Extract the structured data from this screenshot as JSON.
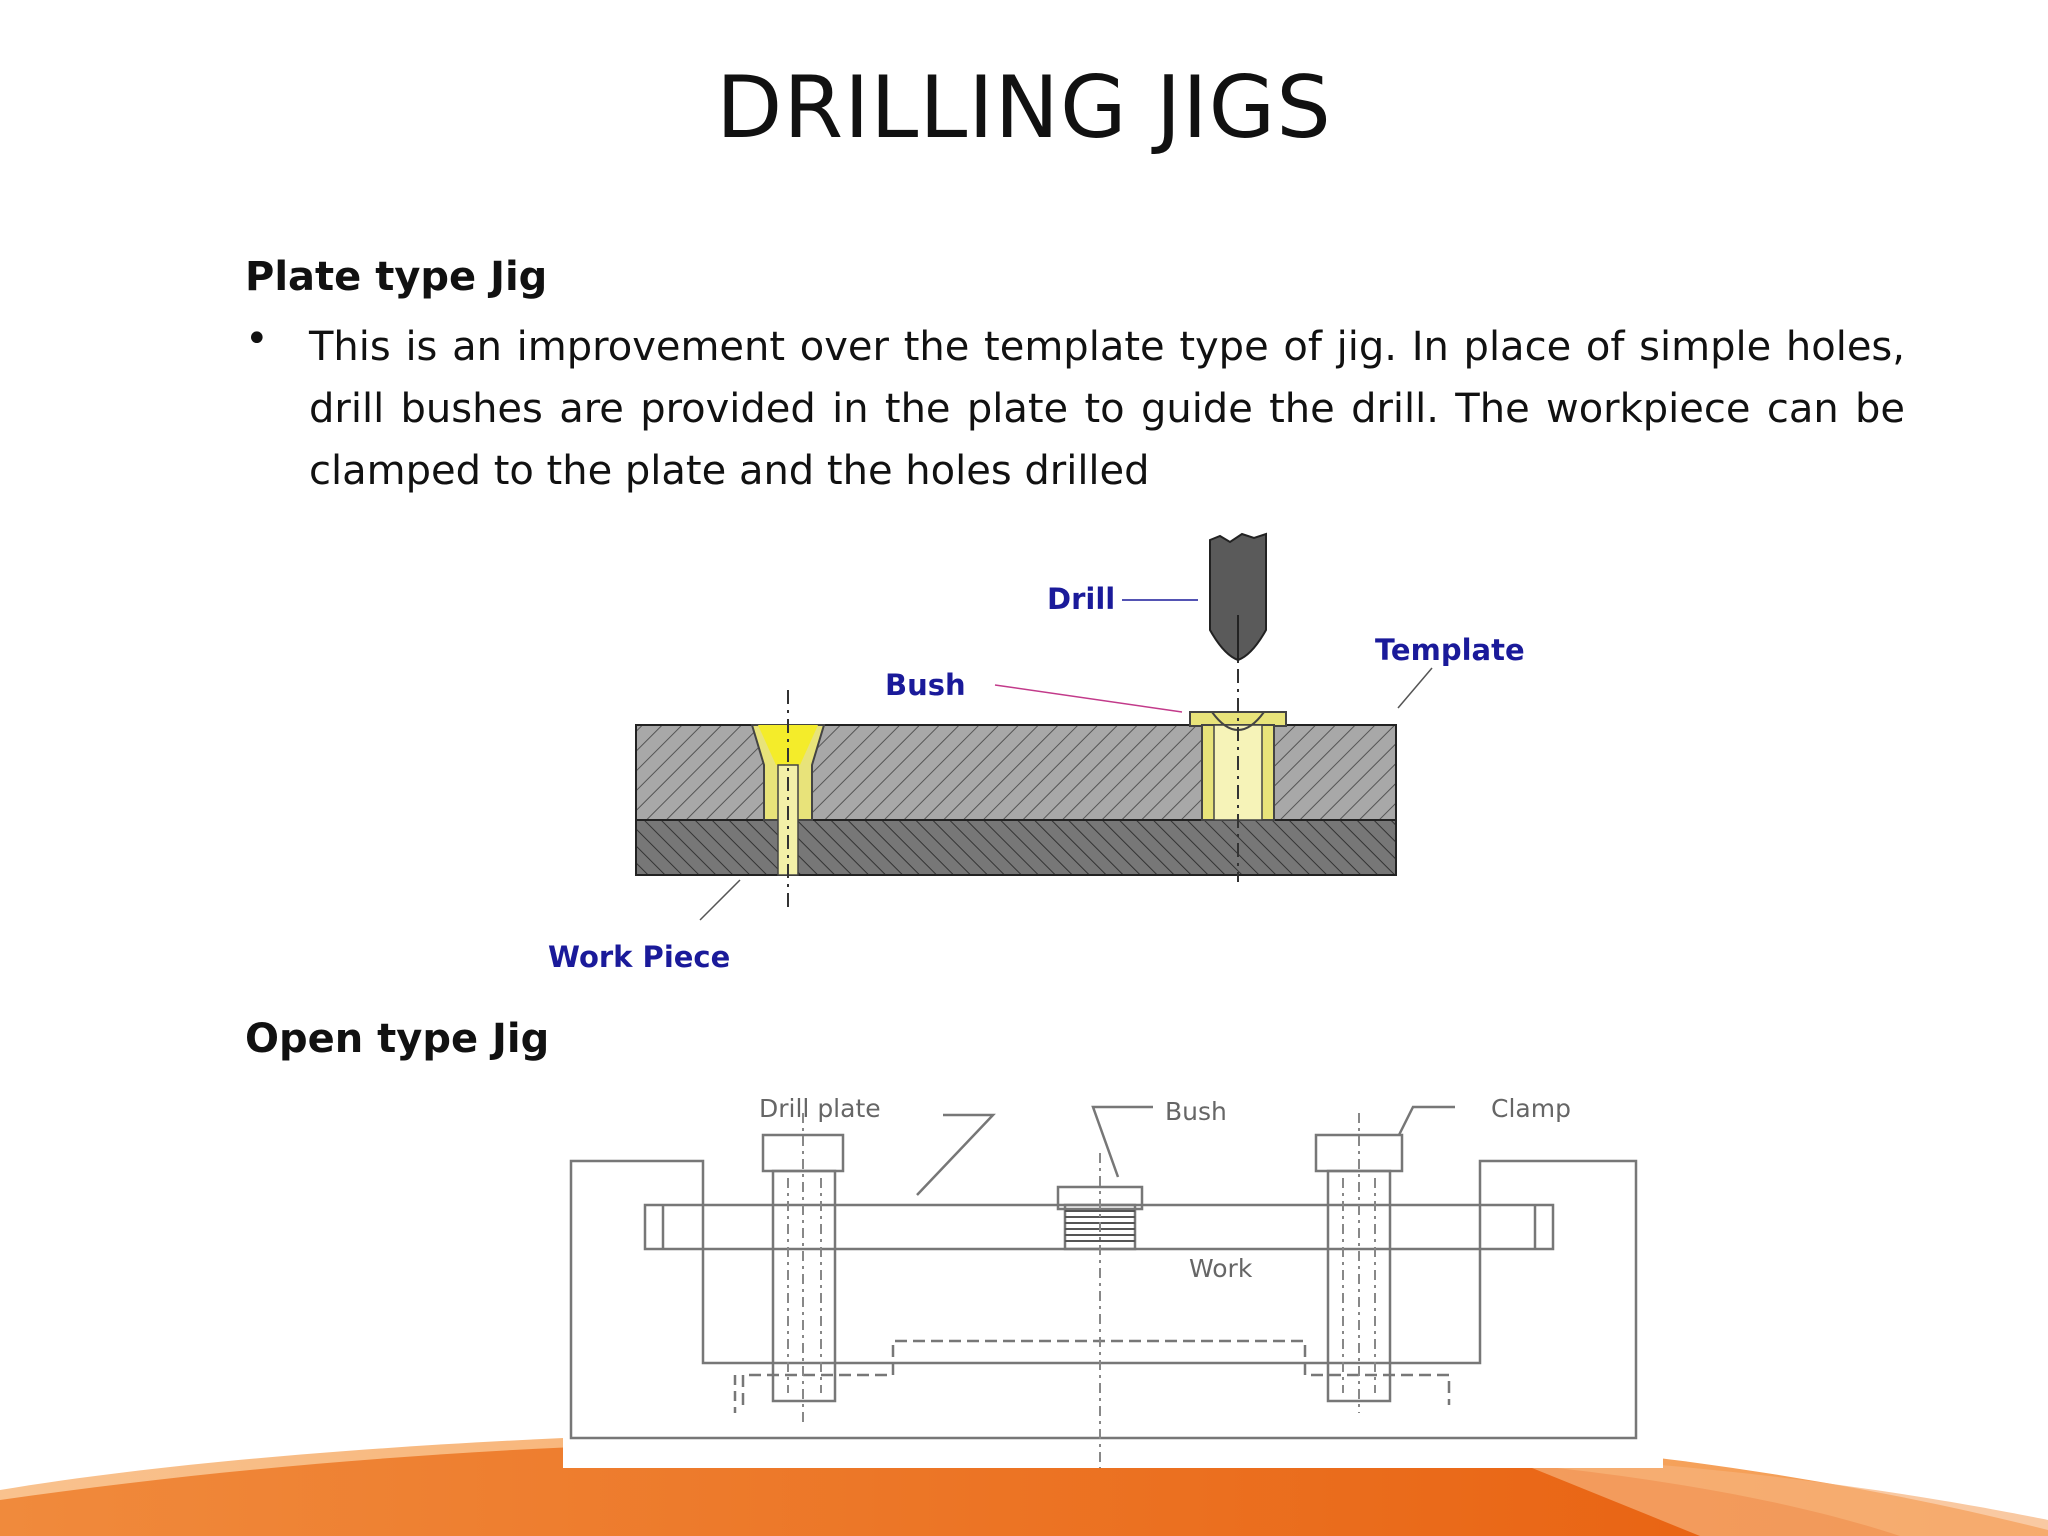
{
  "slide": {
    "title": "DRILLING JIGS",
    "section1": {
      "heading": "Plate type Jig",
      "bullet": "This is an improvement over the template type of jig. In place of simple holes,  drill bushes are provided in the plate to guide the drill. The workpiece can be  clamped to the plate and the holes drilled"
    },
    "figure1": {
      "labels": {
        "drill": "Drill",
        "bush": "Bush",
        "template": "Template",
        "work_piece": "Work Piece"
      }
    },
    "section2": {
      "heading": "Open type Jig"
    },
    "figure2": {
      "labels": {
        "drill_plate": "Drill  plate",
        "bush": "Bush",
        "clamp": "Clamp",
        "work": "Work"
      }
    },
    "colors": {
      "accent_orange": "#ec6a17",
      "accent_light": "#f6a15a",
      "label_blue": "#1a1a9a"
    }
  }
}
